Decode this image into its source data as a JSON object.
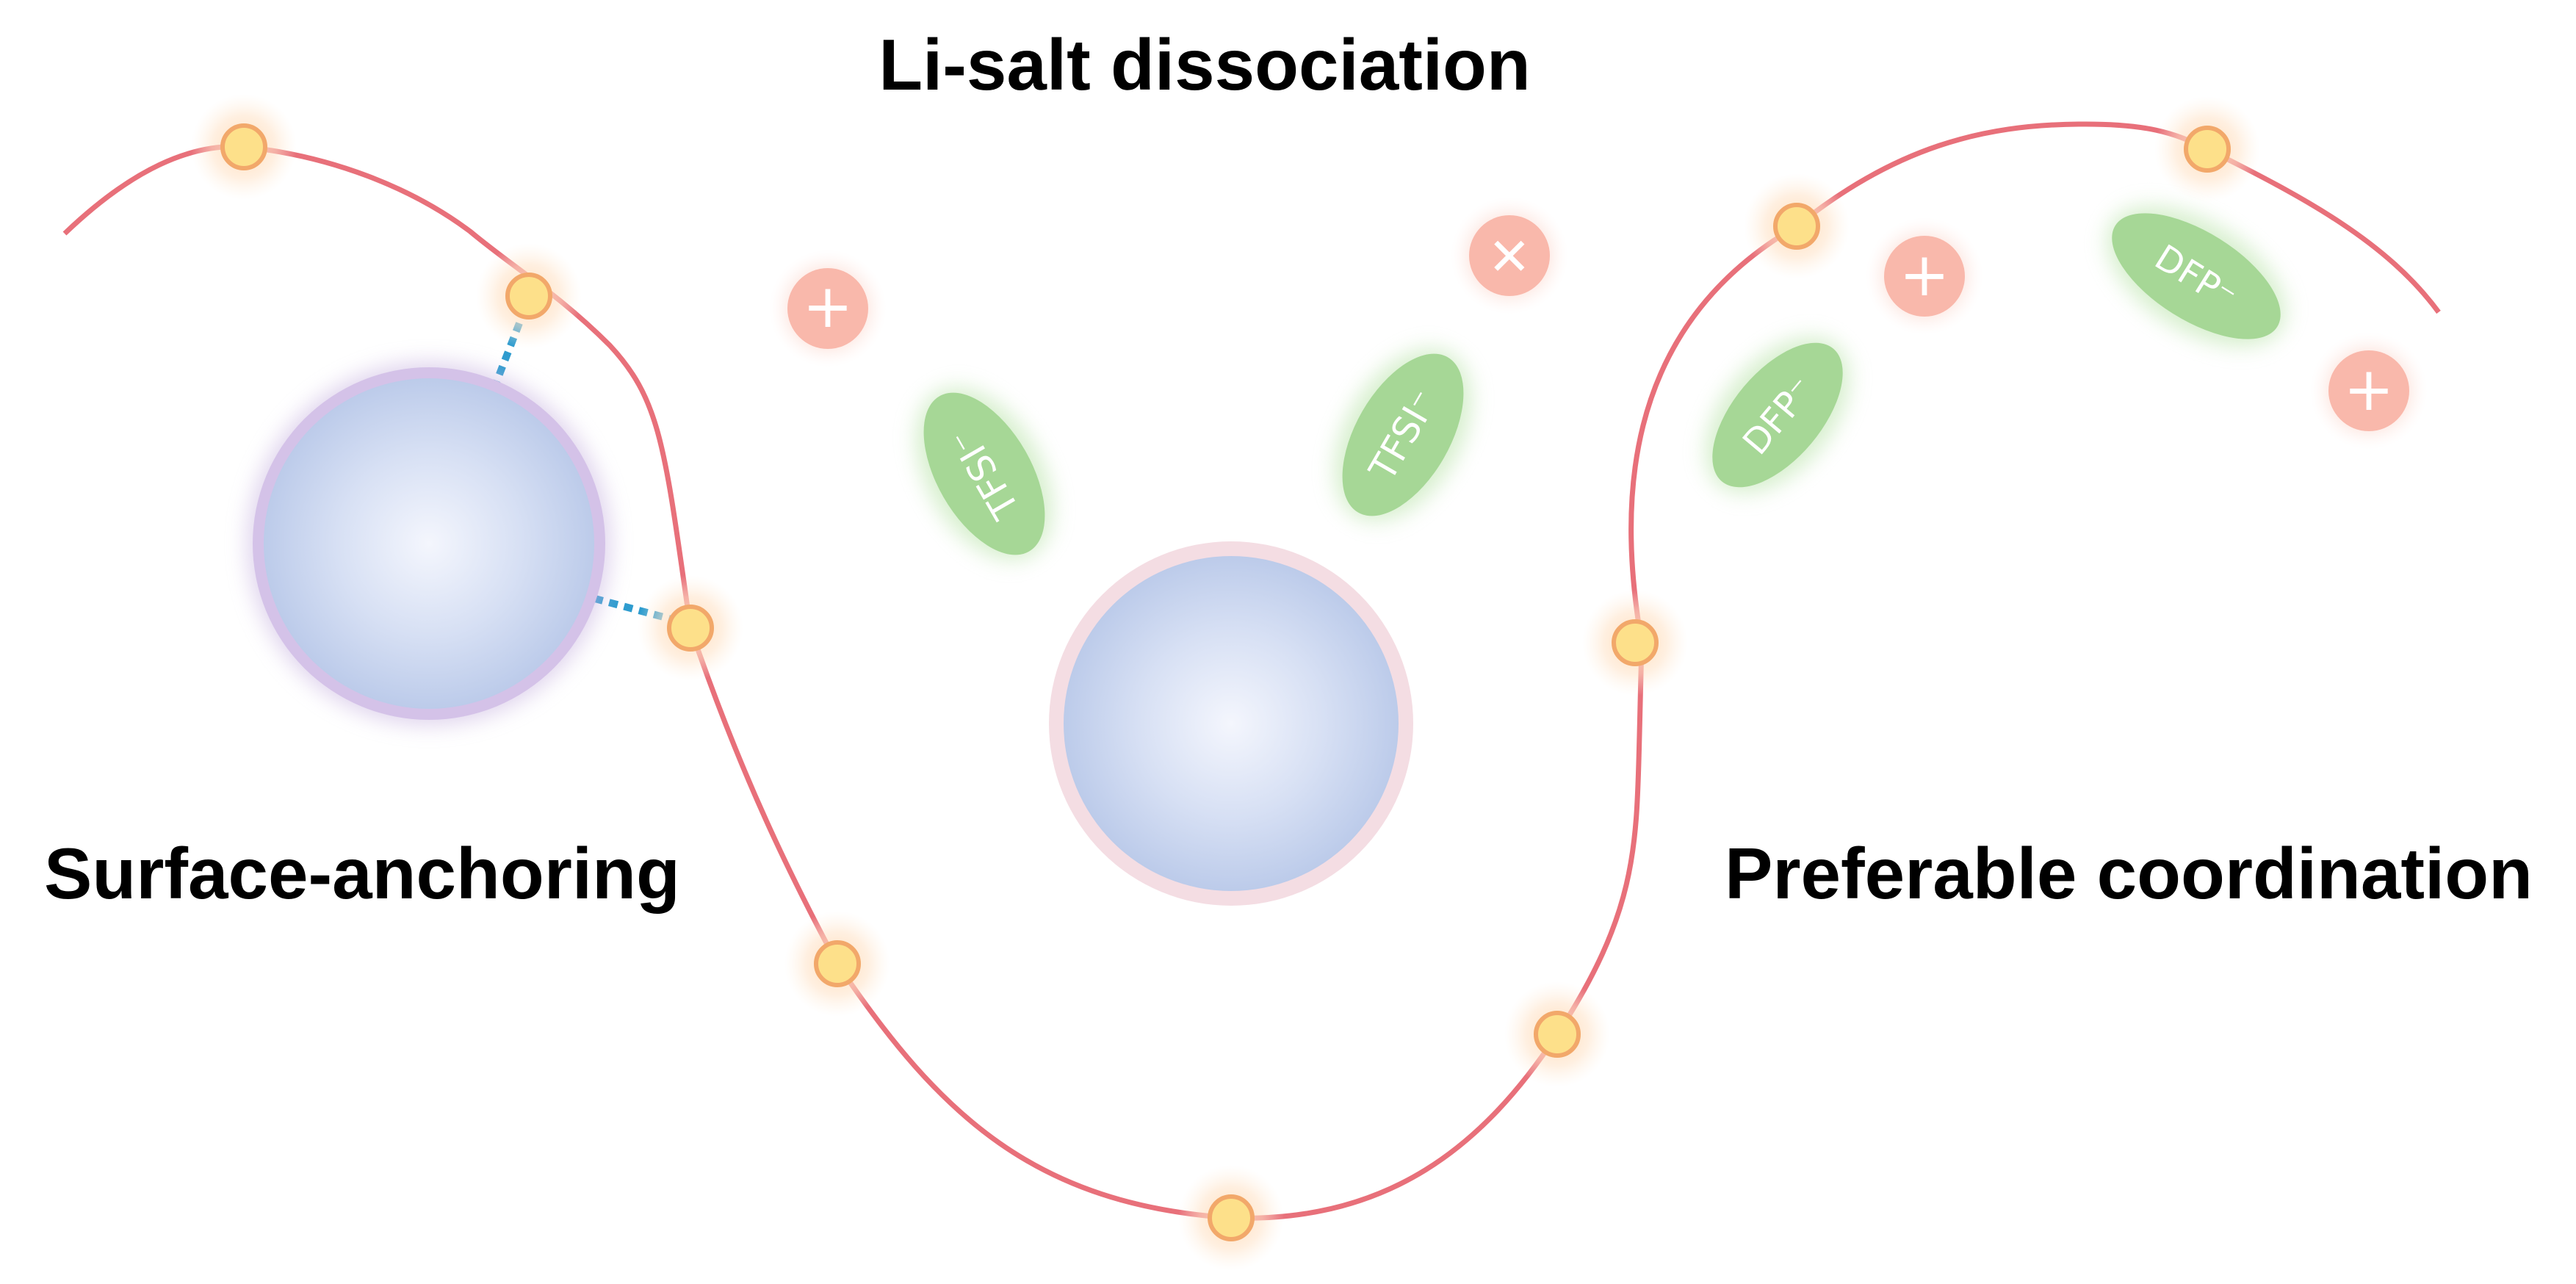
{
  "labels": {
    "top": "Li-salt dissociation",
    "left": "Surface-anchoring",
    "right": "Preferable coordination"
  },
  "anions": {
    "tfsi_left": "TFSI⁻",
    "tfsi_right": "TFSI⁻",
    "dfp_left": "DFP⁻",
    "dfp_right": "DFP⁻"
  },
  "cation_symbol": "+",
  "colors": {
    "chain": "#e8707a",
    "node_fill": "#fde08a",
    "node_stroke": "#f2a86a",
    "particle": "#c0cdea",
    "anion": "#9fd68c",
    "cation": "#f9b8ab",
    "anchor_bond": "#2e9ccf"
  }
}
